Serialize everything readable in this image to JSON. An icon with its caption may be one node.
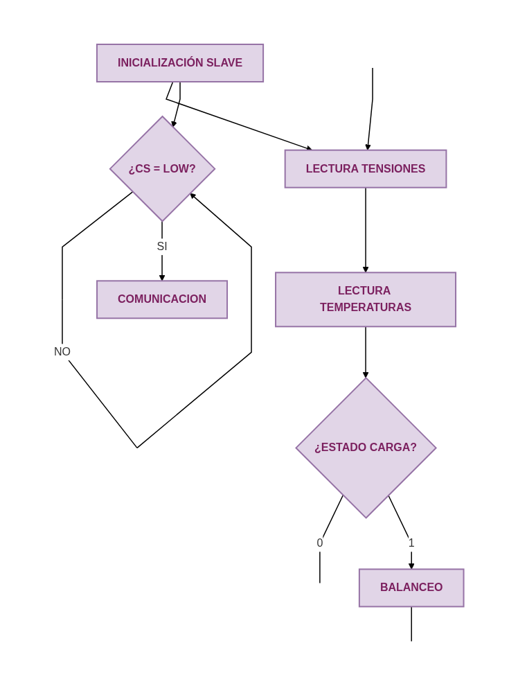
{
  "diagram": {
    "nodes": [
      {
        "text": [
          "INICIALIZACIÓN SLAVE"
        ]
      },
      {
        "text": [
          "¿CS = LOW?"
        ]
      },
      {
        "text": [
          "COMUNICACION"
        ]
      },
      {
        "text": [
          "LECTURA TENSIONES"
        ]
      },
      {
        "text": [
          "LECTURA TEMPERATURAS"
        ]
      },
      {
        "text": [
          "¿ESTADO CARGA?"
        ]
      },
      {
        "text": [
          "BALANCEO"
        ]
      }
    ],
    "edges": [
      {
        "from": 0,
        "to": 3,
        "arrow": "to"
      },
      {
        "from": 0,
        "to": 1,
        "arrow": "to"
      },
      {
        "from": 1,
        "to": 1,
        "arrow": "to",
        "label": "NO"
      },
      {
        "from": 1,
        "to": 2,
        "arrow": "to",
        "label": "SI"
      },
      {
        "from": null,
        "to": 3,
        "arrow": "to"
      },
      {
        "from": 3,
        "to": 4,
        "arrow": "to"
      },
      {
        "from": 4,
        "to": 5,
        "arrow": "to"
      },
      {
        "from": 5,
        "to": null,
        "arrow": "none",
        "label": "0"
      },
      {
        "from": 5,
        "to": 6,
        "arrow": "to",
        "label": "1"
      },
      {
        "from": 6,
        "to": null,
        "arrow": "none"
      }
    ]
  }
}
